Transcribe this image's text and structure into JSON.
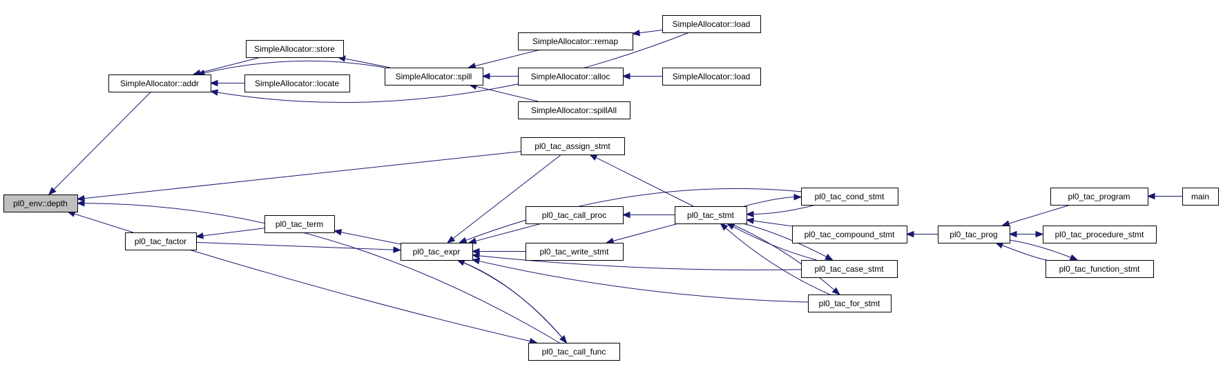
{
  "graph": {
    "nodes": [
      {
        "id": "pl0_env_depth",
        "label": "pl0_env::depth",
        "highlight": true
      },
      {
        "id": "sa_addr",
        "label": "SimpleAllocator::addr"
      },
      {
        "id": "sa_store",
        "label": "SimpleAllocator::store"
      },
      {
        "id": "sa_locate",
        "label": "SimpleAllocator::locate"
      },
      {
        "id": "sa_spill",
        "label": "SimpleAllocator::spill"
      },
      {
        "id": "sa_remap",
        "label": "SimpleAllocator::remap"
      },
      {
        "id": "sa_load1",
        "label": "SimpleAllocator::load"
      },
      {
        "id": "sa_alloc",
        "label": "SimpleAllocator::alloc"
      },
      {
        "id": "sa_load2",
        "label": "SimpleAllocator::load"
      },
      {
        "id": "sa_spillall",
        "label": "SimpleAllocator::spillAll"
      },
      {
        "id": "assign_stmt",
        "label": "pl0_tac_assign_stmt"
      },
      {
        "id": "factor",
        "label": "pl0_tac_factor"
      },
      {
        "id": "term",
        "label": "pl0_tac_term"
      },
      {
        "id": "expr",
        "label": "pl0_tac_expr"
      },
      {
        "id": "call_proc",
        "label": "pl0_tac_call_proc"
      },
      {
        "id": "write_stmt",
        "label": "pl0_tac_write_stmt"
      },
      {
        "id": "stmt",
        "label": "pl0_tac_stmt"
      },
      {
        "id": "cond_stmt",
        "label": "pl0_tac_cond_stmt"
      },
      {
        "id": "compound_stmt",
        "label": "pl0_tac_compound_stmt"
      },
      {
        "id": "case_stmt",
        "label": "pl0_tac_case_stmt"
      },
      {
        "id": "for_stmt",
        "label": "pl0_tac_for_stmt"
      },
      {
        "id": "call_func",
        "label": "pl0_tac_call_func"
      },
      {
        "id": "prog",
        "label": "pl0_tac_prog"
      },
      {
        "id": "program",
        "label": "pl0_tac_program"
      },
      {
        "id": "main",
        "label": "main"
      },
      {
        "id": "procedure_stmt",
        "label": "pl0_tac_procedure_stmt"
      },
      {
        "id": "function_stmt",
        "label": "pl0_tac_function_stmt"
      }
    ],
    "edges": [
      {
        "from": "sa_addr",
        "to": "pl0_env_depth"
      },
      {
        "from": "assign_stmt",
        "to": "pl0_env_depth"
      },
      {
        "from": "factor",
        "to": "pl0_env_depth"
      },
      {
        "from": "call_func",
        "to": "pl0_env_depth"
      },
      {
        "from": "sa_store",
        "to": "sa_addr"
      },
      {
        "from": "sa_locate",
        "to": "sa_addr"
      },
      {
        "from": "sa_spill",
        "to": "sa_addr"
      },
      {
        "from": "sa_load1",
        "to": "sa_addr"
      },
      {
        "from": "sa_spill",
        "to": "sa_store"
      },
      {
        "from": "sa_remap",
        "to": "sa_spill"
      },
      {
        "from": "sa_alloc",
        "to": "sa_spill"
      },
      {
        "from": "sa_spillall",
        "to": "sa_spill"
      },
      {
        "from": "sa_load1",
        "to": "sa_remap"
      },
      {
        "from": "sa_load2",
        "to": "sa_alloc"
      },
      {
        "from": "term",
        "to": "factor"
      },
      {
        "from": "expr",
        "to": "term"
      },
      {
        "from": "factor",
        "to": "expr"
      },
      {
        "from": "assign_stmt",
        "to": "expr"
      },
      {
        "from": "call_proc",
        "to": "expr"
      },
      {
        "from": "write_stmt",
        "to": "expr"
      },
      {
        "from": "cond_stmt",
        "to": "expr"
      },
      {
        "from": "case_stmt",
        "to": "expr"
      },
      {
        "from": "for_stmt",
        "to": "expr"
      },
      {
        "from": "call_func",
        "to": "expr"
      },
      {
        "from": "stmt",
        "to": "assign_stmt"
      },
      {
        "from": "stmt",
        "to": "call_proc"
      },
      {
        "from": "stmt",
        "to": "write_stmt"
      },
      {
        "from": "cond_stmt",
        "to": "stmt"
      },
      {
        "from": "compound_stmt",
        "to": "stmt"
      },
      {
        "from": "case_stmt",
        "to": "stmt"
      },
      {
        "from": "for_stmt",
        "to": "stmt"
      },
      {
        "from": "stmt",
        "to": "cond_stmt"
      },
      {
        "from": "stmt",
        "to": "case_stmt"
      },
      {
        "from": "stmt",
        "to": "for_stmt"
      },
      {
        "from": "prog",
        "to": "compound_stmt"
      },
      {
        "from": "program",
        "to": "prog"
      },
      {
        "from": "procedure_stmt",
        "to": "prog"
      },
      {
        "from": "function_stmt",
        "to": "prog"
      },
      {
        "from": "prog",
        "to": "procedure_stmt"
      },
      {
        "from": "prog",
        "to": "function_stmt"
      },
      {
        "from": "main",
        "to": "program"
      },
      {
        "from": "expr",
        "to": "call_func"
      },
      {
        "from": "factor",
        "to": "call_func"
      }
    ],
    "colors": {
      "edge": "#191970",
      "node_border": "#000000",
      "highlight_fill": "#bfbfbf"
    }
  }
}
